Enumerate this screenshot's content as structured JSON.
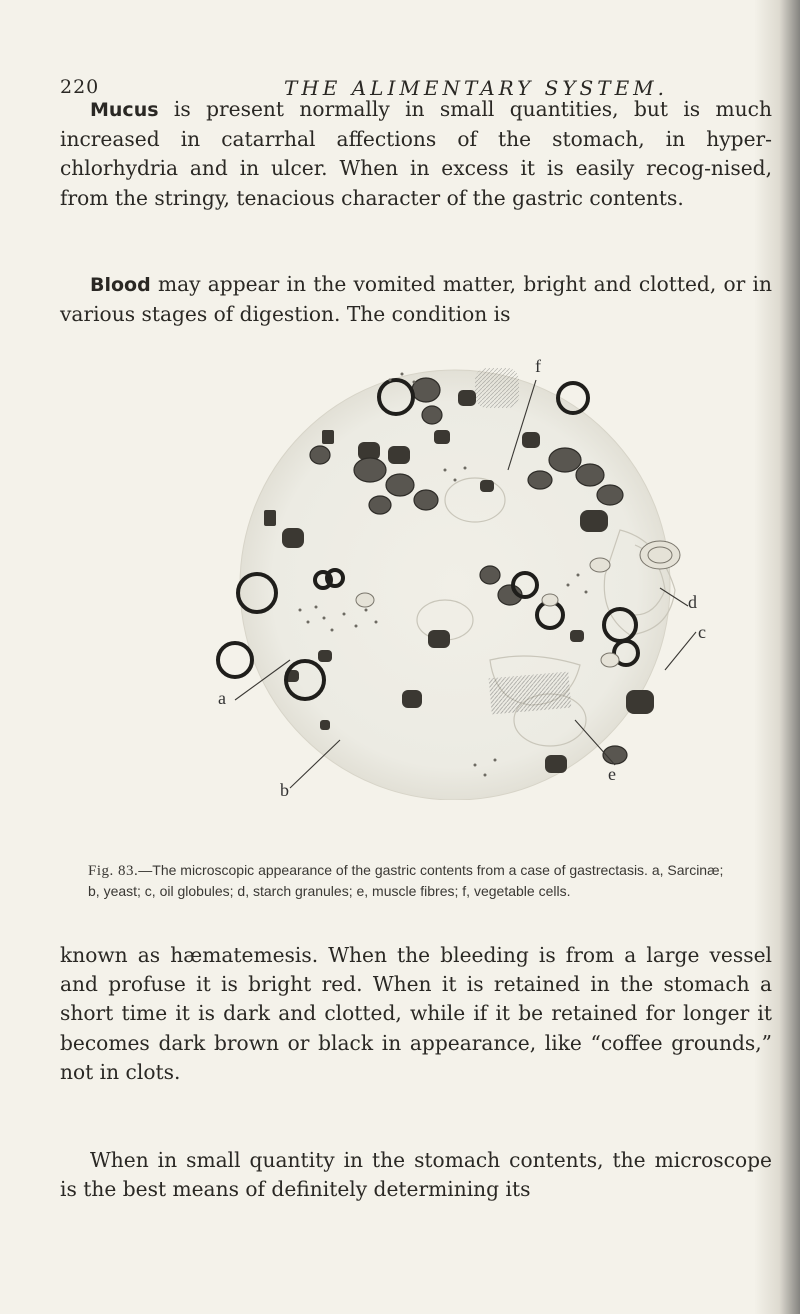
{
  "header": {
    "page_number": "220",
    "running_head": "THE ALIMENTARY SYSTEM."
  },
  "para1": {
    "lead": "Mucus",
    "text": " is present normally in small quantities, but is much increased in catarrhal affections of the stomach, in hyper-chlorhydria and in ulcer. When in excess it is easily recog-nised, from the stringy, tenacious character of the gastric contents."
  },
  "para2": {
    "lead": "Blood",
    "text": " may appear in the vomited matter, bright and clotted, or in various stages of digestion. The condition is"
  },
  "figure": {
    "labels": {
      "a": "a",
      "b": "b",
      "c": "c",
      "d": "d",
      "e": "e",
      "f": "f"
    },
    "caption": {
      "fig_no": "Fig. 83.",
      "text": "—The microscopic appearance of the gastric contents from a case of gastrectasis. a, Sarcinæ; b, yeast; c, oil globules; d, starch granules; e, muscle fibres; f, vegetable cells."
    }
  },
  "para3": {
    "text": "known as hæmatemesis. When the bleeding is from a large vessel and profuse it is bright red. When it is retained in the stomach a short time it is dark and clotted, while if it be retained for longer it becomes dark brown or black in appearance, like “coffee grounds,” not in clots."
  },
  "para4": {
    "text": "When in small quantity in the stomach contents, the microscope is the best means of definitely determining its"
  }
}
